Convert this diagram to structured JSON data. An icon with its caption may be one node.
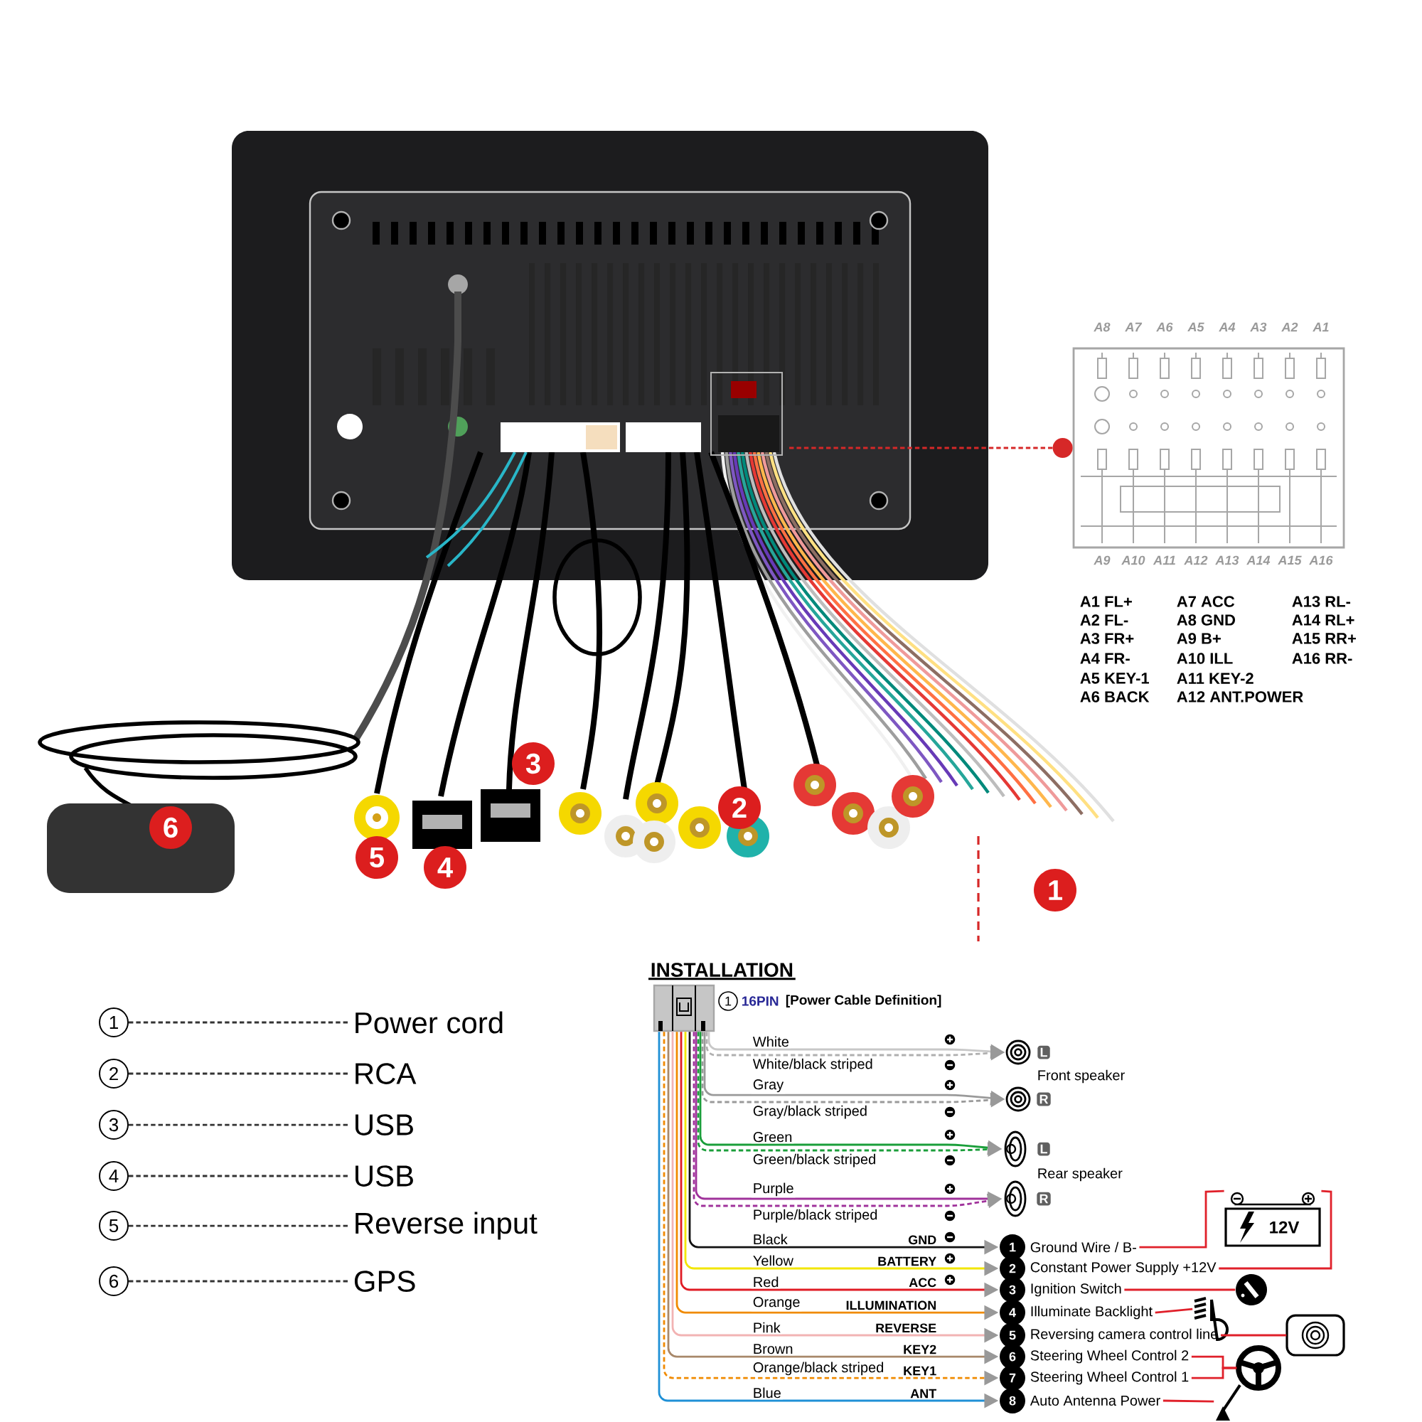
{
  "diagram": {
    "title": "INSTALLATION",
    "nodes": [
      {
        "text": [],
        "shape": "picture",
        "beside": [
          "A8",
          "A7",
          "A6",
          "A5",
          "A4",
          "A3",
          "A2",
          "A1",
          "A9",
          "A10",
          "A11",
          "A12",
          "A13",
          "A14",
          "A15",
          "A16"
        ]
      },
      {
        "text": [
          "1"
        ]
      },
      {
        "text": [
          "Power cord"
        ]
      },
      {
        "text": [
          "2"
        ]
      },
      {
        "text": [
          "RCA"
        ]
      },
      {
        "text": [
          "3"
        ]
      },
      {
        "text": [
          "USB"
        ]
      },
      {
        "text": [
          "4"
        ]
      },
      {
        "text": [
          "USB"
        ]
      },
      {
        "text": [
          "5"
        ]
      },
      {
        "text": [
          "Reverse input"
        ]
      },
      {
        "text": [
          "6"
        ]
      },
      {
        "text": [
          "GPS"
        ]
      },
      {
        "text": [],
        "shape": "picture"
      },
      {
        "text": [
          "L"
        ]
      },
      {
        "text": [
          "R"
        ]
      },
      {
        "text": [
          "L"
        ]
      },
      {
        "text": [
          "R"
        ]
      },
      {
        "text": [
          "1",
          "Ground Wire / B-"
        ]
      },
      {
        "text": [
          "2",
          "Constant Power Supply +12V"
        ]
      },
      {
        "text": [
          "3",
          "Ignition Switch"
        ]
      },
      {
        "text": [
          "4",
          "Illuminate Backlight"
        ]
      },
      {
        "text": [
          "5",
          "Reversing camera control line"
        ]
      },
      {
        "text": [
          "6",
          "Steering Wheel Control 2"
        ]
      },
      {
        "text": [
          "7",
          "Steering Wheel Control 1"
        ]
      },
      {
        "text": [
          "8",
          "Auto Antenna Power"
        ]
      },
      {
        "text": [
          "12V"
        ]
      },
      {
        "text": [],
        "shape": "picture"
      },
      {
        "text": [],
        "shape": "picture"
      },
      {
        "text": [],
        "shape": "picture"
      },
      {
        "text": [],
        "shape": "picture"
      },
      {
        "text": [],
        "shape": "picture"
      }
    ],
    "edges": [
      {
        "from": null,
        "to": 0,
        "arrow": "other",
        "style": "dashed",
        "color": "#d62828"
      },
      {
        "from": 1,
        "to": 2,
        "arrow": "none",
        "style": "dashed",
        "color": "#333333"
      },
      {
        "from": 3,
        "to": 4,
        "arrow": "none",
        "style": "dashed",
        "color": "#333333"
      },
      {
        "from": 5,
        "to": 6,
        "arrow": "none",
        "style": "dashed",
        "color": "#333333"
      },
      {
        "from": 7,
        "to": 8,
        "arrow": "none",
        "style": "dashed",
        "color": "#333333"
      },
      {
        "from": 9,
        "to": 10,
        "arrow": "none",
        "style": "dashed",
        "color": "#333333"
      },
      {
        "from": 11,
        "to": 12,
        "arrow": "none",
        "style": "dashed",
        "color": "#333333"
      },
      {
        "from": 13,
        "to": 14,
        "arrow": "to",
        "label": "White",
        "color": "#c8c8c8"
      },
      {
        "from": 13,
        "to": 14,
        "arrow": "to",
        "label": "White/black striped",
        "style": "dashed",
        "color": "#b0b0b0"
      },
      {
        "from": 13,
        "to": 15,
        "arrow": "to",
        "label": "Gray",
        "color": "#9a9a9a"
      },
      {
        "from": 13,
        "to": 15,
        "arrow": "to",
        "label": "Gray/black striped",
        "style": "dashed",
        "color": "#9a9a9a"
      },
      {
        "from": 13,
        "to": 16,
        "arrow": "to",
        "label": "Green",
        "color": "#1a9e3a"
      },
      {
        "from": 13,
        "to": 16,
        "arrow": "to",
        "label": "Green/black striped",
        "style": "dashed",
        "color": "#1a9e3a"
      },
      {
        "from": 13,
        "to": 17,
        "arrow": "to",
        "label": "Purple",
        "color": "#a0329b"
      },
      {
        "from": 13,
        "to": 17,
        "arrow": "to",
        "label": "Purple/black striped",
        "style": "dashed",
        "color": "#a0329b"
      },
      {
        "from": 13,
        "to": 18,
        "arrow": "to",
        "label": "Black",
        "color": "#111111"
      },
      {
        "from": 13,
        "to": 19,
        "arrow": "to",
        "label": "Yellow",
        "color": "#f2e600"
      },
      {
        "from": 13,
        "to": 20,
        "arrow": "to",
        "label": "Red",
        "color": "#e01b24"
      },
      {
        "from": 13,
        "to": 21,
        "arrow": "to",
        "label": "Orange",
        "color": "#f08a00"
      },
      {
        "from": 13,
        "to": 22,
        "arrow": "to",
        "label": "Pink",
        "color": "#f2b3b3"
      },
      {
        "from": 13,
        "to": 23,
        "arrow": "to",
        "label": "Brown",
        "color": "#a8886a"
      },
      {
        "from": 13,
        "to": 24,
        "arrow": "to",
        "label": "Orange/black striped",
        "style": "dashed",
        "color": "#f08a00"
      },
      {
        "from": 13,
        "to": 25,
        "arrow": "to",
        "label": "Blue",
        "color": "#1e90d6"
      },
      {
        "from": 18,
        "to": 26,
        "arrow": "none",
        "color": "#e0202a"
      },
      {
        "from": 19,
        "to": 26,
        "arrow": "none",
        "color": "#e0202a"
      },
      {
        "from": 20,
        "to": 27,
        "arrow": "none",
        "color": "#e0202a"
      },
      {
        "from": 21,
        "to": 28,
        "arrow": "none",
        "color": "#e0202a"
      },
      {
        "from": 22,
        "to": 29,
        "arrow": "none",
        "color": "#e0202a"
      },
      {
        "from": 23,
        "to": 30,
        "arrow": "none",
        "color": "#e0202a"
      },
      {
        "from": 24,
        "to": 30,
        "arrow": "none",
        "color": "#e0202a"
      },
      {
        "from": 25,
        "to": 31,
        "arrow": "none",
        "color": "#e0202a"
      }
    ],
    "labels": [
      "3",
      "2",
      "6",
      "5",
      "4",
      "1",
      "A1 FL+",
      "A7 ACC",
      "A13 RL-",
      "A2 FL-",
      "A8 GND",
      "A14 RL+",
      "A3 FR+",
      "A9 B+",
      "A15 RR+",
      "A4 FR-",
      "A10 ILL",
      "A16 RR-",
      "A5 KEY-1",
      "A11 KEY-2",
      "A6 BACK",
      "A12 ANT.POWER",
      "1",
      "16PIN",
      "[Power Cable Definition]",
      "GND",
      "BATTERY",
      "ACC",
      "ILLUMINATION",
      "REVERSE",
      "KEY2",
      "KEY1",
      "ANT",
      "Front speaker",
      "Rear speaker"
    ]
  }
}
